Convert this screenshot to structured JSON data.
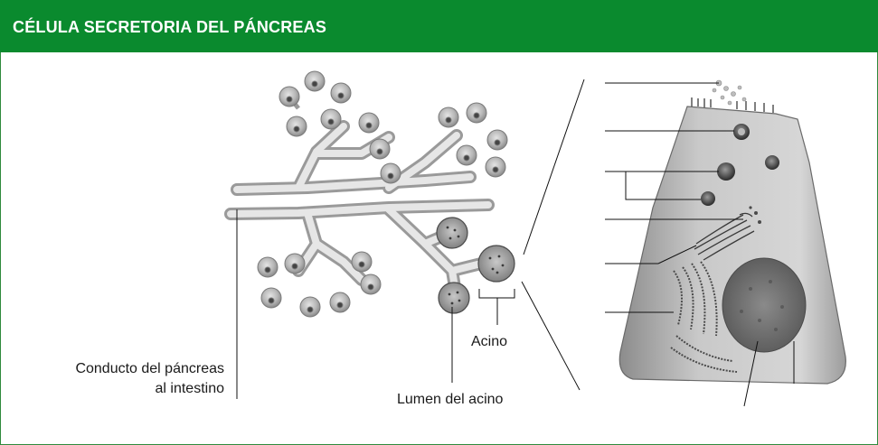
{
  "header": {
    "title": "CÉLULA SECRETORIA DEL PÁNCREAS"
  },
  "labels": {
    "duct": [
      "Conducto del páncreas",
      "al intestino"
    ],
    "lumen": "Lumen del acino",
    "acino": "Acino"
  },
  "colors": {
    "header_bg": "#0a8a2e",
    "header_text": "#ffffff",
    "tissue": "#b9b9b9",
    "nucleus": "#6e6e6e"
  }
}
